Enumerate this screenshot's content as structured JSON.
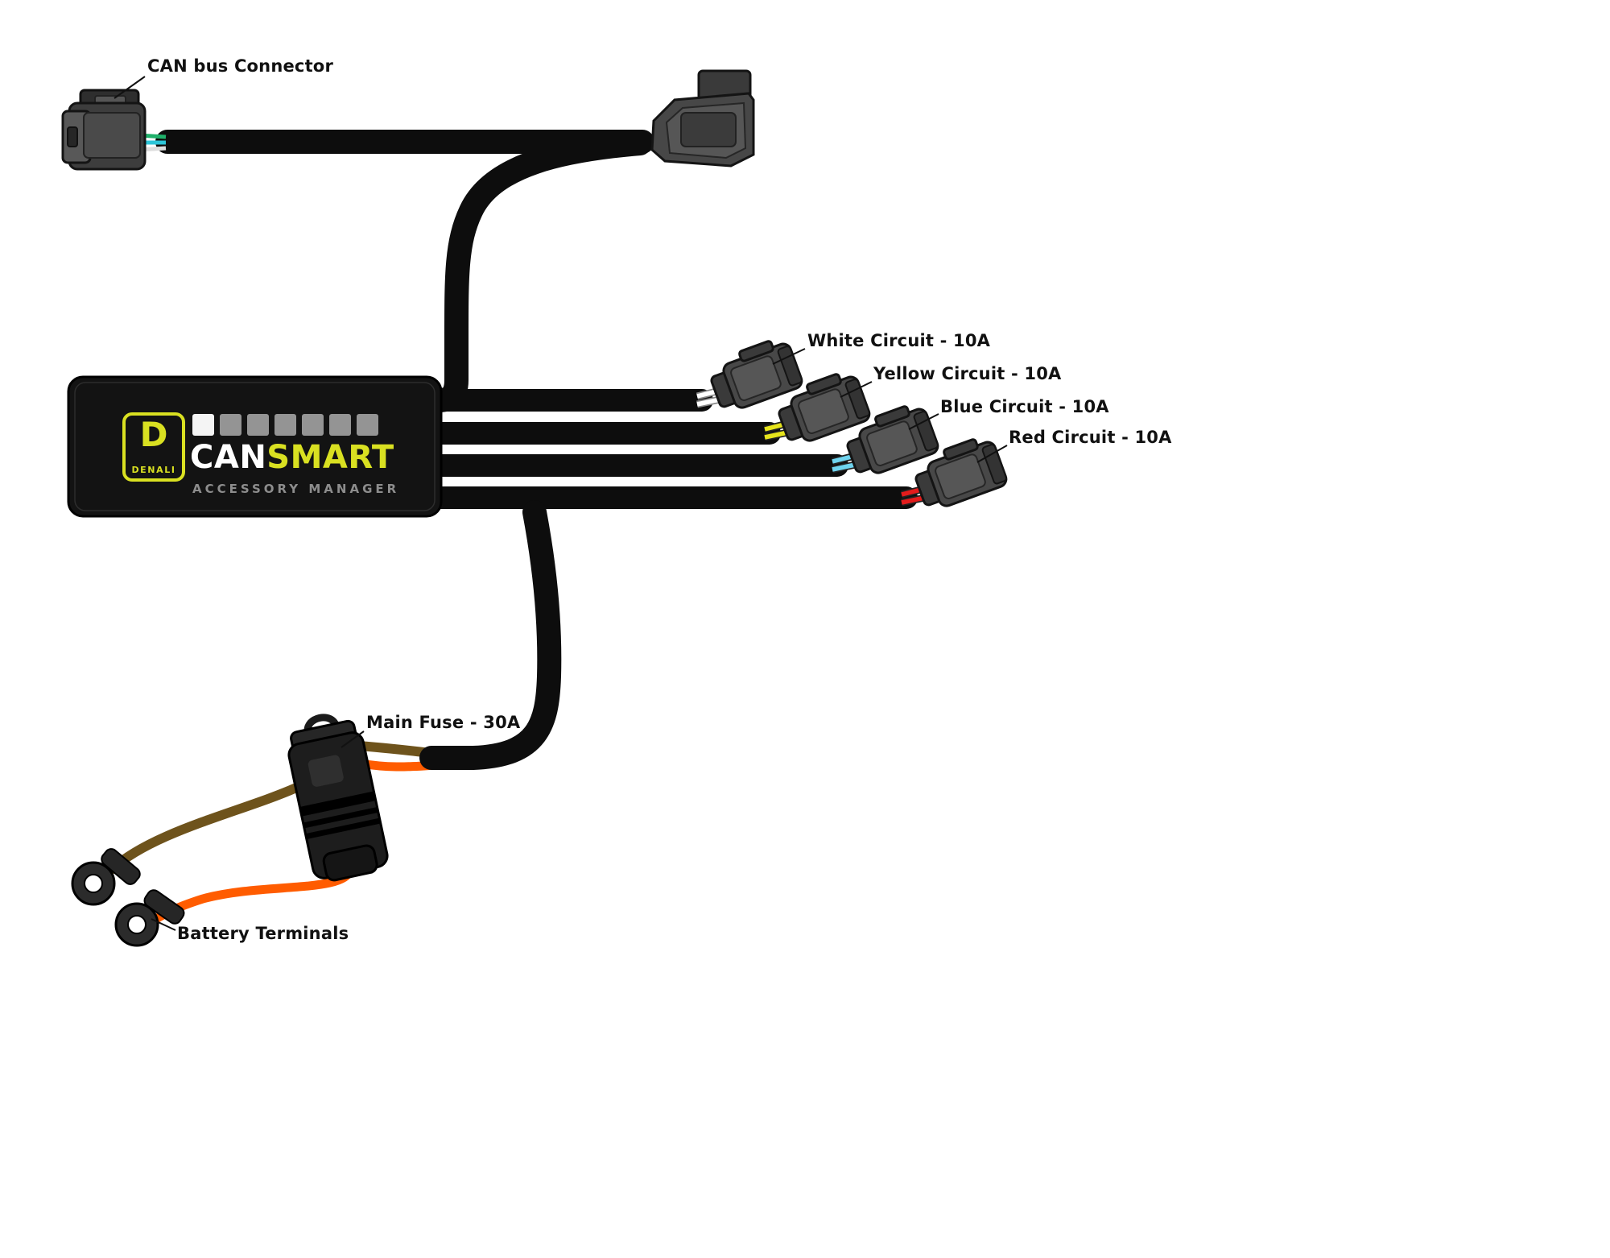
{
  "diagram": {
    "title_labels": {
      "can_bus_connector": "CAN bus Connector",
      "white_circuit": "White Circuit - 10A",
      "yellow_circuit": "Yellow Circuit - 10A",
      "blue_circuit": "Blue Circuit - 10A",
      "red_circuit": "Red Circuit - 10A",
      "main_fuse": "Main Fuse - 30A",
      "battery_terminals": "Battery Terminals"
    },
    "device": {
      "brand": "DENALI",
      "logo_letter": "D",
      "name_part1": "CAN",
      "name_part2": "SMART",
      "subtitle": "ACCESSORY MANAGER"
    },
    "colors": {
      "accent_yellow": "#d9e021",
      "cable_black": "#0d0d0d",
      "device_body": "#131313",
      "connector_gray": "#484848",
      "wire_white": "#ffffff",
      "wire_yellow": "#e6e41c",
      "wire_blue": "#6fd4ef",
      "wire_red": "#e31c1c",
      "wire_green": "#1fb06a",
      "wire_teal": "#2cc5d8",
      "wire_brown": "#6e531c",
      "wire_orange": "#ff5c00"
    }
  }
}
